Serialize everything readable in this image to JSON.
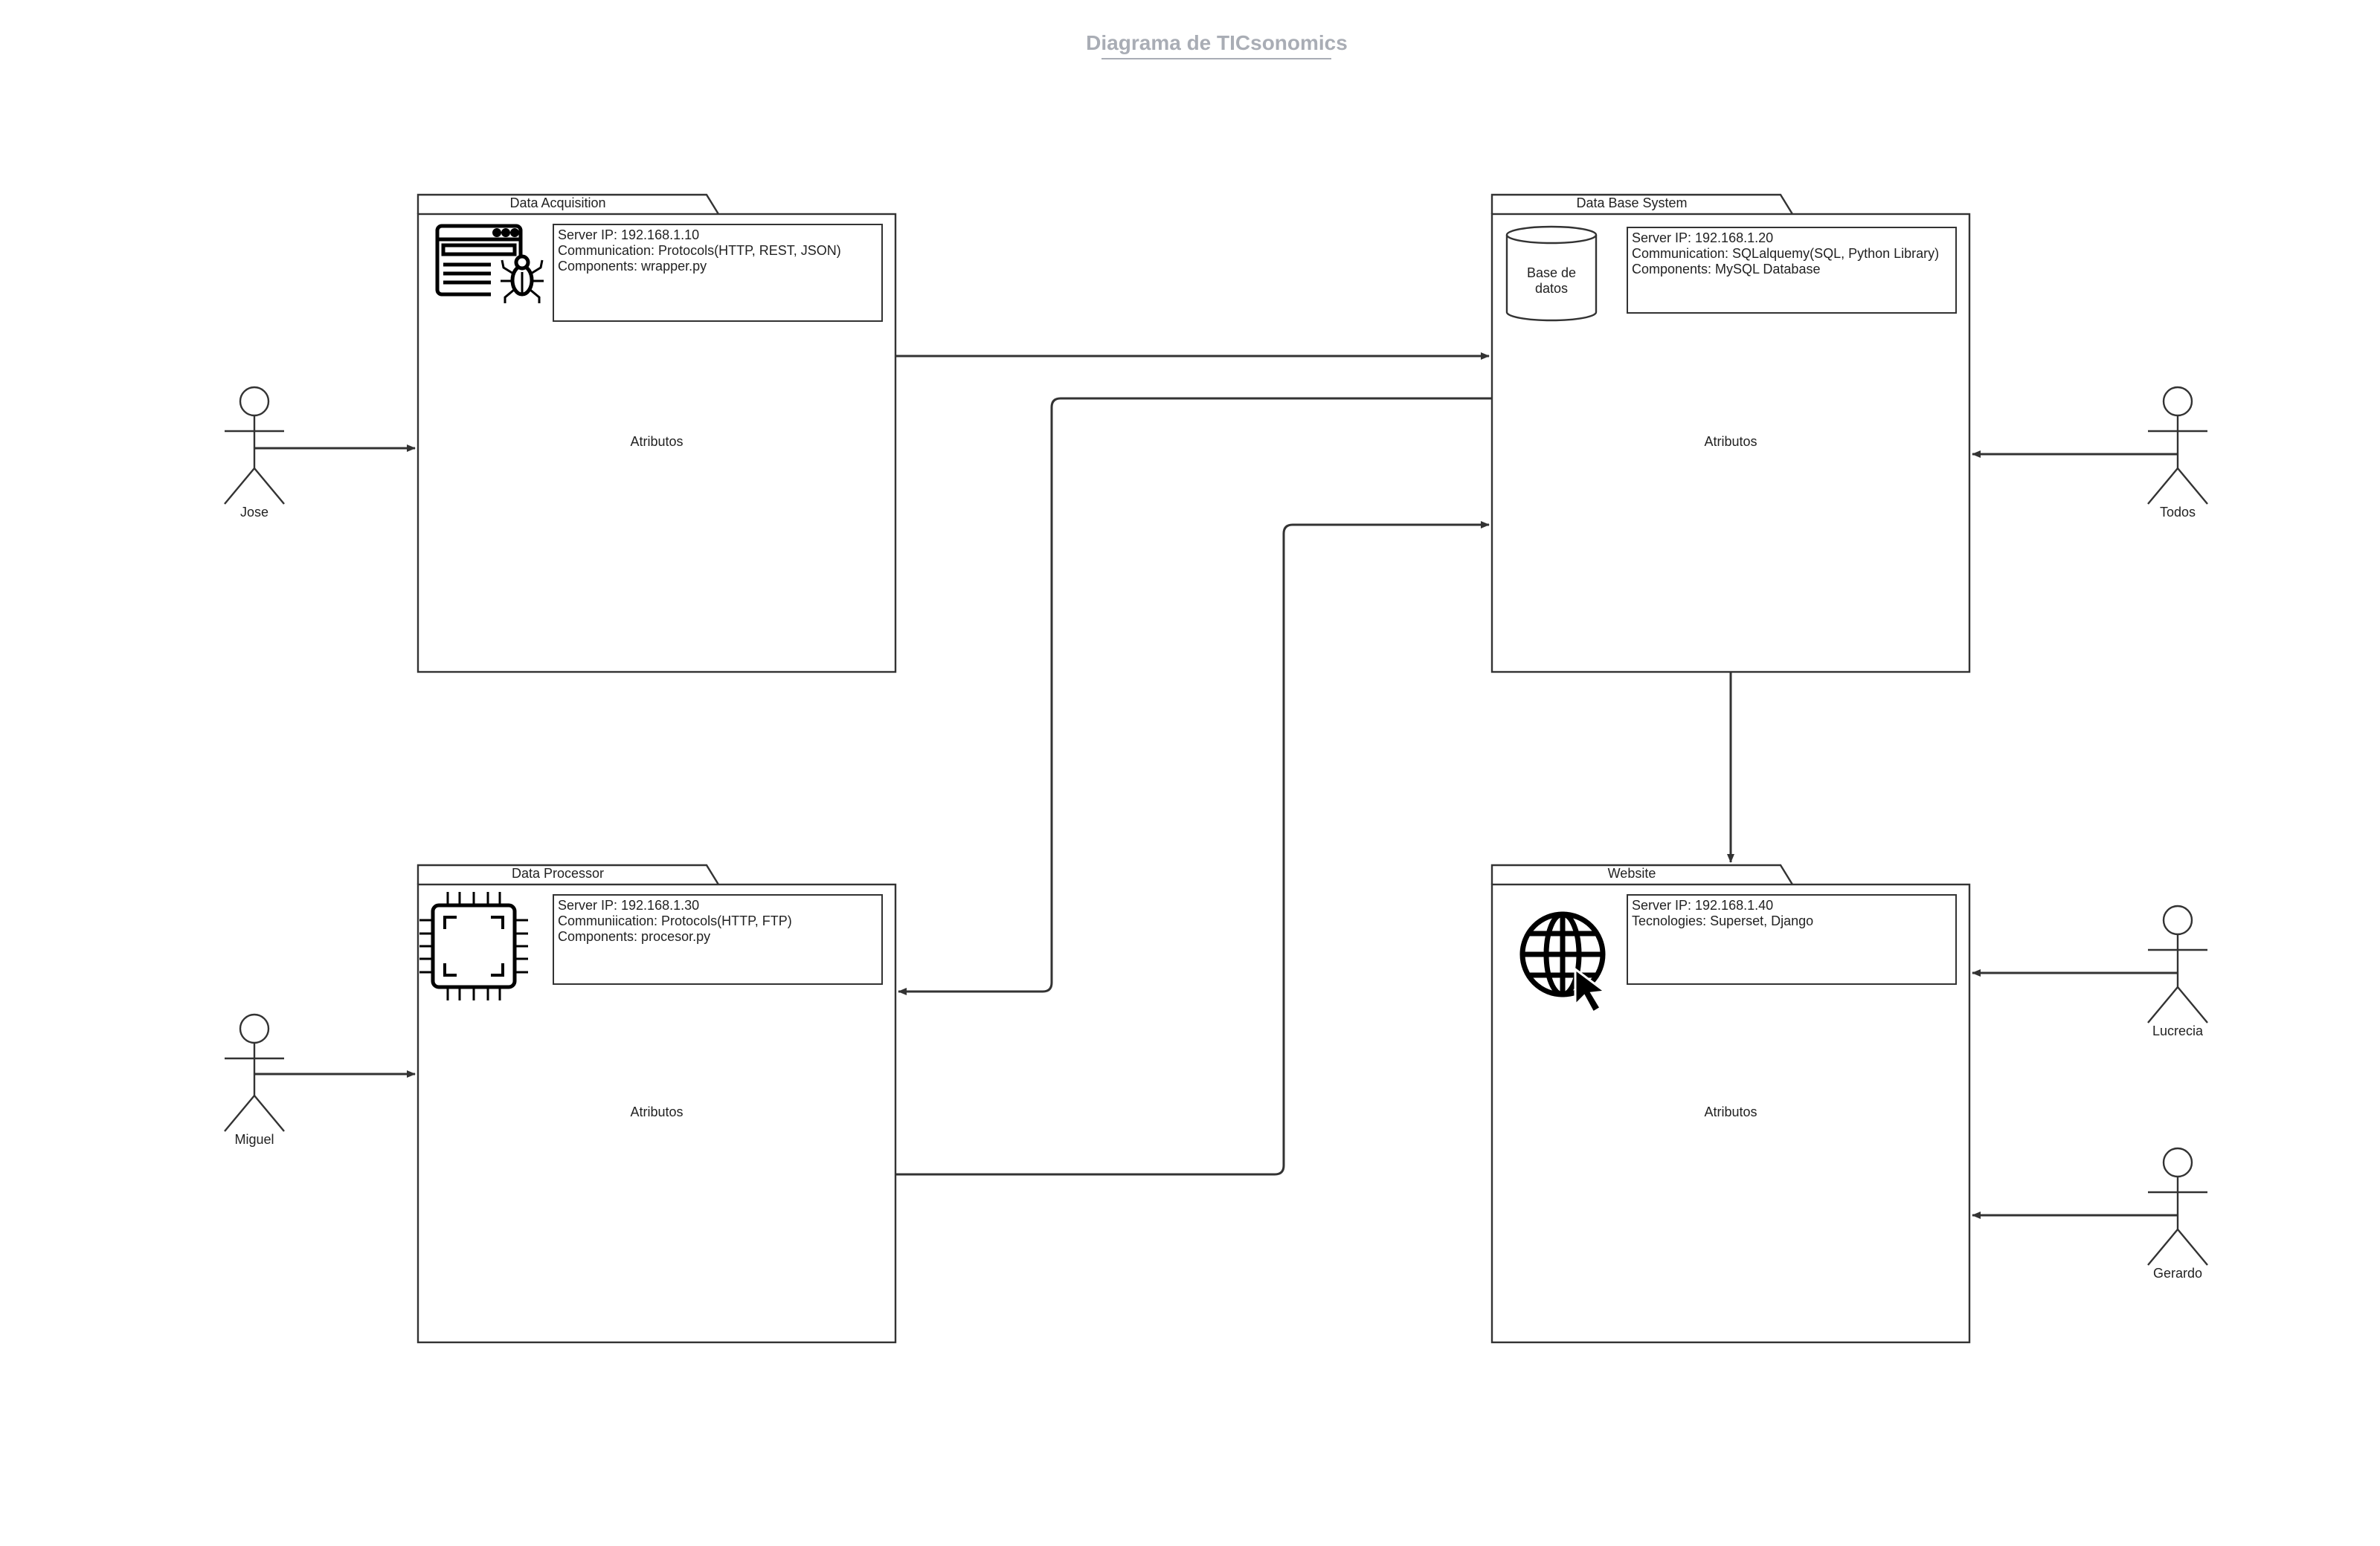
{
  "title": "Diagrama de TICsonomics",
  "packages": {
    "acquisition": {
      "name": "Data Acquisition",
      "info": [
        "Server IP: 192.168.1.10",
        "Communication: Protocols(HTTP, REST, JSON)",
        "Components: wrapper.py"
      ],
      "body_label": "Atributos",
      "icon": "web-crawler-icon"
    },
    "database": {
      "name": "Data Base System",
      "info": [
        "Server IP: 192.168.1.20",
        "Communication: SQLalquemy(SQL, Python Library)",
        "Components: MySQL Database"
      ],
      "body_label": "Atributos",
      "icon": "database-icon",
      "icon_text": [
        "Base de",
        "datos"
      ]
    },
    "processor": {
      "name": "Data  Processor",
      "info": [
        "Server IP: 192.168.1.30",
        "Communiication: Protocols(HTTP, FTP)",
        "Components: procesor.py"
      ],
      "body_label": "Atributos",
      "icon": "cpu-chip-icon"
    },
    "website": {
      "name": "Website",
      "info": [
        "Server IP: 192.168.1.40",
        "Tecnologies: Superset, Django"
      ],
      "body_label": "Atributos",
      "icon": "globe-cursor-icon"
    }
  },
  "actors": {
    "jose": "Jose",
    "miguel": "Miguel",
    "todos": "Todos",
    "lucrecia": "Lucrecia",
    "gerardo": "Gerardo"
  },
  "colors": {
    "line": "#333333",
    "title": "#a9adb5"
  }
}
